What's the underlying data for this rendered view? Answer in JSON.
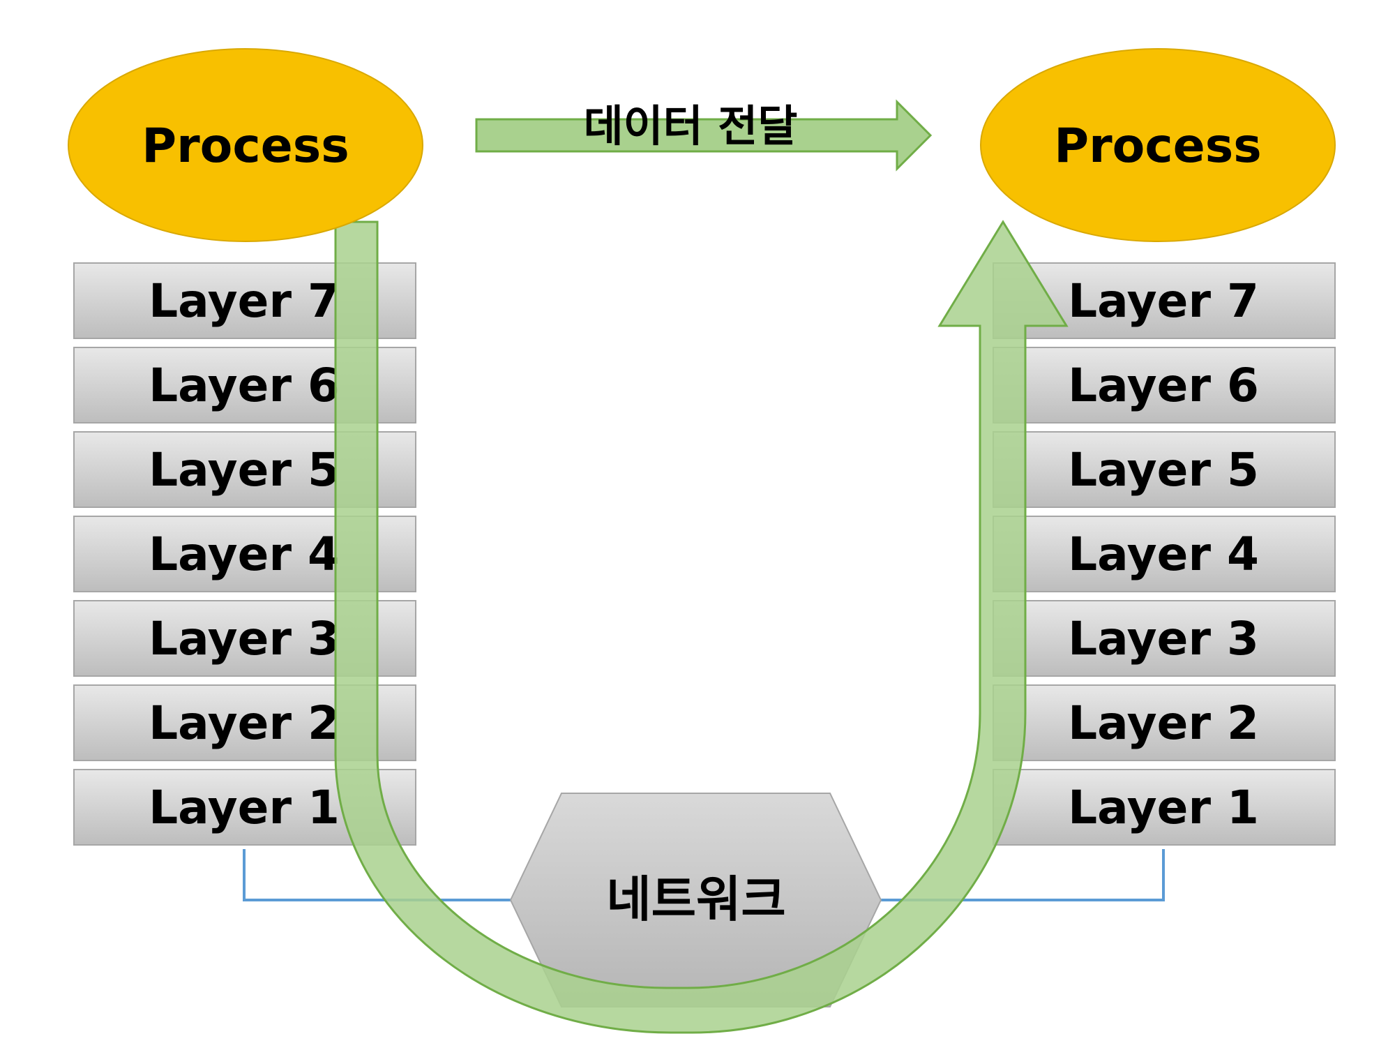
{
  "colors": {
    "process_fill": "#F8C000",
    "layer_fill_top": "#E6E6E6",
    "layer_fill_bottom": "#BEBEBE",
    "arrow_fill": "#A9D18E",
    "arrow_stroke": "#70AD47",
    "network_line": "#5B9BD5"
  },
  "left_stack": {
    "process": "Process",
    "layers": [
      "Layer 7",
      "Layer 6",
      "Layer 5",
      "Layer 4",
      "Layer 3",
      "Layer 2",
      "Layer 1"
    ]
  },
  "right_stack": {
    "process": "Process",
    "layers": [
      "Layer 7",
      "Layer 6",
      "Layer 5",
      "Layer 4",
      "Layer 3",
      "Layer 2",
      "Layer 1"
    ]
  },
  "data_transfer_label": "데이터 전달",
  "network_label": "네트워크"
}
